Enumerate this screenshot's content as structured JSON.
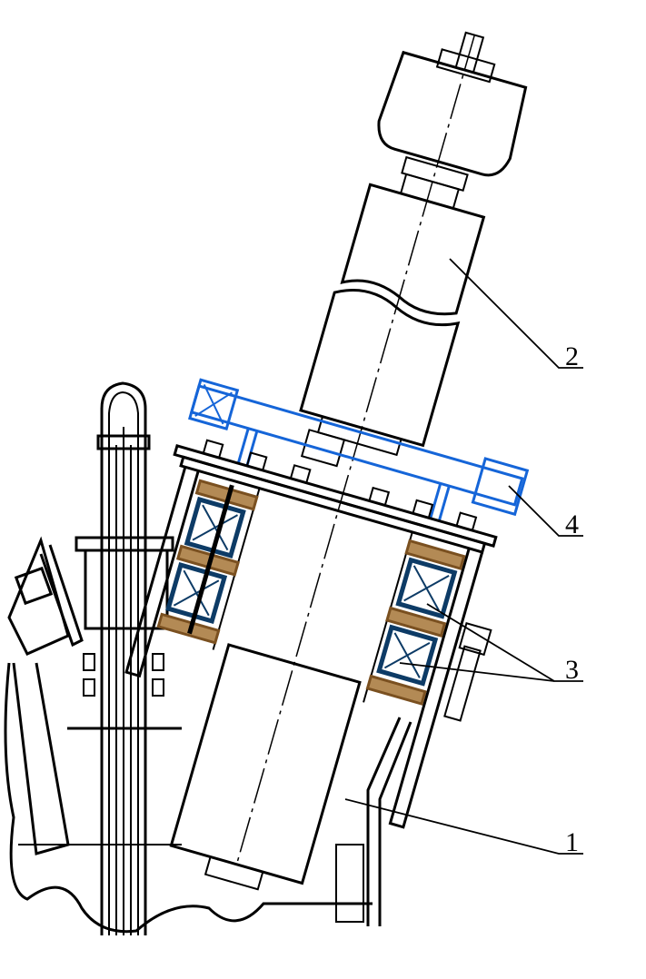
{
  "drawing": {
    "labels": {
      "body": "1",
      "electrode_holder": "2",
      "coils": "3",
      "bracket": "4"
    },
    "colors": {
      "line": "#000000",
      "bracket": "#1565d8",
      "coil": "#0d3b66",
      "winding": "#7a5020"
    }
  }
}
